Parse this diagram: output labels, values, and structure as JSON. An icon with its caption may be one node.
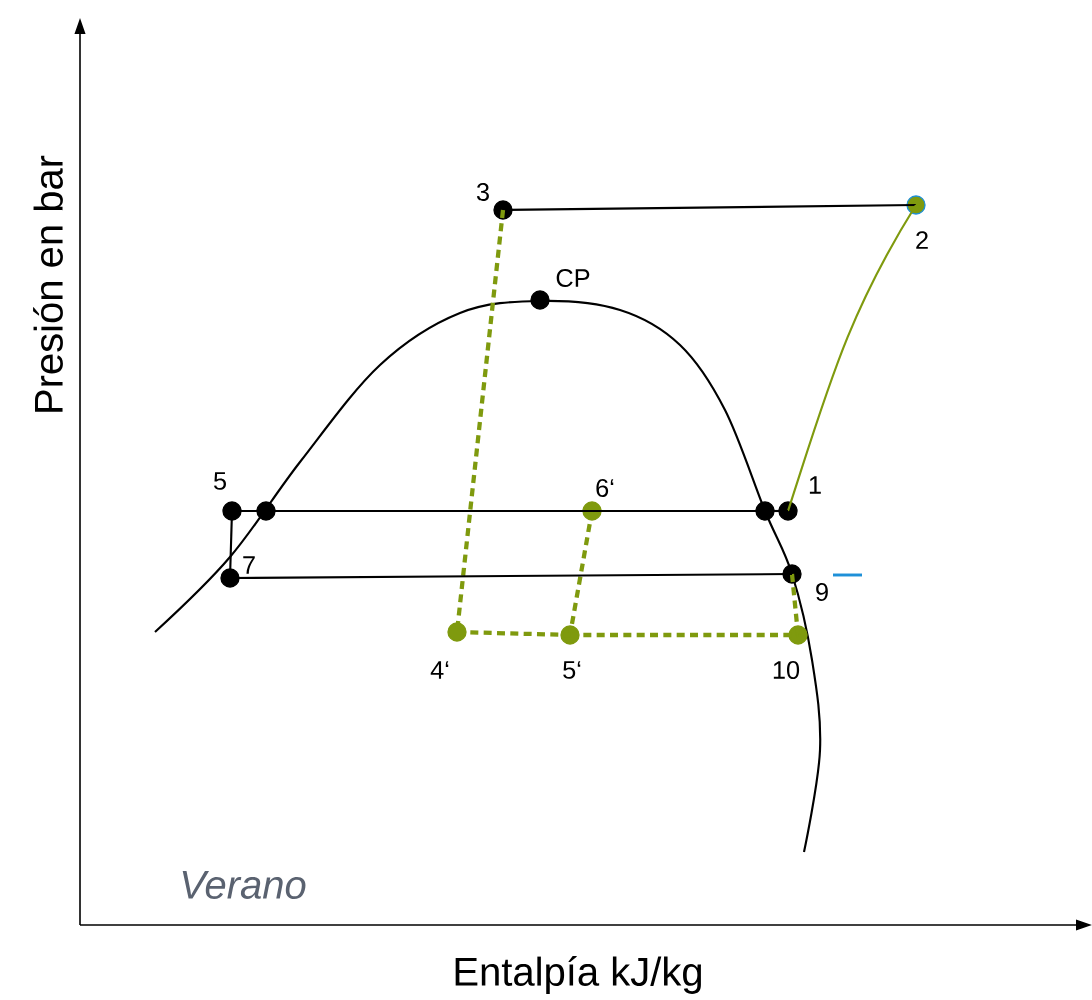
{
  "diagram": {
    "nodes": [
      {
        "text": [],
        "shape": "circle",
        "beside": [
          "3"
        ]
      },
      {
        "text": [],
        "shape": "circle",
        "beside": [
          "2"
        ]
      },
      {
        "text": [],
        "shape": "circle",
        "beside": [
          "CP"
        ]
      },
      {
        "text": [],
        "shape": "circle",
        "beside": [
          "5"
        ]
      },
      {
        "text": [],
        "shape": "circle"
      },
      {
        "text": [],
        "shape": "circle",
        "beside": [
          "6‘"
        ]
      },
      {
        "text": [],
        "shape": "circle"
      },
      {
        "text": [],
        "shape": "circle",
        "beside": [
          "1"
        ]
      },
      {
        "text": [],
        "shape": "circle",
        "beside": [
          "7"
        ]
      },
      {
        "text": [],
        "shape": "circle",
        "beside": [
          "9"
        ]
      },
      {
        "text": [],
        "shape": "circle",
        "beside": [
          "4‘"
        ]
      },
      {
        "text": [],
        "shape": "circle",
        "beside": [
          "5‘"
        ]
      },
      {
        "text": [],
        "shape": "circle",
        "beside": [
          "10"
        ]
      }
    ],
    "edges": [
      {
        "from": 0,
        "to": 1,
        "arrow": "none"
      },
      {
        "from": 7,
        "to": 1,
        "arrow": "none",
        "color": "#7f9a0e"
      },
      {
        "from": 0,
        "to": 10,
        "arrow": "none",
        "style": "dashed",
        "color": "#7f9a0e"
      },
      {
        "from": 5,
        "to": 11,
        "arrow": "none",
        "style": "dashed",
        "color": "#7f9a0e"
      },
      {
        "from": 9,
        "to": 12,
        "arrow": "none",
        "style": "dashed",
        "color": "#7f9a0e"
      },
      {
        "from": 10,
        "to": 11,
        "arrow": "none",
        "style": "dashed",
        "color": "#7f9a0e"
      },
      {
        "from": 11,
        "to": 12,
        "arrow": "none",
        "style": "dashed",
        "color": "#7f9a0e"
      },
      {
        "from": 3,
        "to": 4,
        "arrow": "none"
      },
      {
        "from": 4,
        "to": 5,
        "arrow": "none"
      },
      {
        "from": 5,
        "to": 6,
        "arrow": "none"
      },
      {
        "from": 6,
        "to": 7,
        "arrow": "none"
      },
      {
        "from": 3,
        "to": 8,
        "arrow": "none"
      },
      {
        "from": 8,
        "to": 9,
        "arrow": "none"
      }
    ],
    "labels": [
      "Presión en bar",
      "Entalpía kJ/kg",
      "Verano"
    ]
  }
}
